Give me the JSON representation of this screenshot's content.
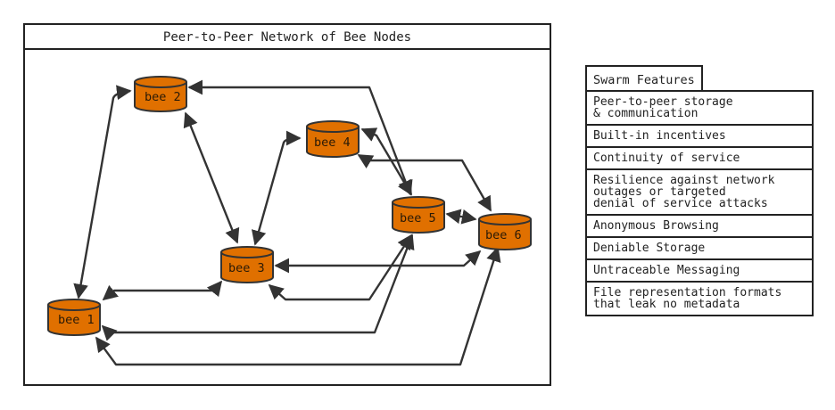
{
  "network": {
    "title": "Peer-to-Peer Network of Bee Nodes",
    "node_color": "#e07000",
    "edge_color": "#333333",
    "nodes": [
      {
        "id": "bee1",
        "label": "bee 1"
      },
      {
        "id": "bee2",
        "label": "bee 2"
      },
      {
        "id": "bee3",
        "label": "bee 3"
      },
      {
        "id": "bee4",
        "label": "bee 4"
      },
      {
        "id": "bee5",
        "label": "bee 5"
      },
      {
        "id": "bee6",
        "label": "bee 6"
      }
    ],
    "edges": [
      [
        "bee1",
        "bee2"
      ],
      [
        "bee1",
        "bee3"
      ],
      [
        "bee1",
        "bee5"
      ],
      [
        "bee1",
        "bee6"
      ],
      [
        "bee2",
        "bee3"
      ],
      [
        "bee2",
        "bee5"
      ],
      [
        "bee3",
        "bee4"
      ],
      [
        "bee3",
        "bee5"
      ],
      [
        "bee3",
        "bee6"
      ],
      [
        "bee4",
        "bee5"
      ],
      [
        "bee4",
        "bee6"
      ],
      [
        "bee5",
        "bee6"
      ]
    ]
  },
  "features": {
    "heading": "Swarm Features",
    "items": [
      "Peer-to-peer storage\n& communication",
      "Built-in incentives",
      "Continuity of service",
      "Resilience against network\noutages or targeted\ndenial of service attacks",
      "Anonymous Browsing",
      "Deniable Storage",
      "Untraceable Messaging",
      "File representation formats\nthat leak no metadata"
    ]
  }
}
